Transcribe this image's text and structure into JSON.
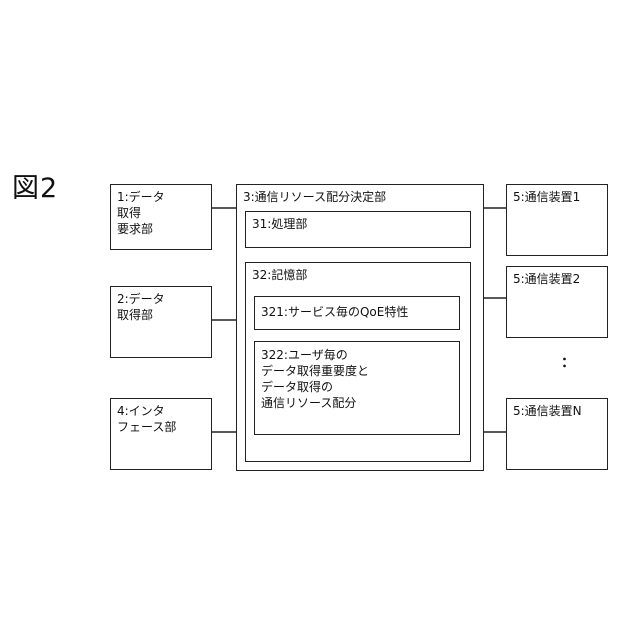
{
  "figure_label": "図2",
  "boxes": {
    "data_request": "1:データ\n  取得\n  要求部",
    "data_acquire": "2:データ\n  取得部",
    "interface": "4:インタ\n  フェース部",
    "decision": "3:通信リソース配分決定部",
    "processing": "31:処理部",
    "storage": "32:記憶部",
    "qoe": "321:サービス毎のQoE特性",
    "importance": "322:ユーザ毎の\nデータ取得重要度と\nデータ取得の\n通信リソース配分",
    "comm1": "5:通信装置1",
    "comm2": "5:通信装置2",
    "commN": "5:通信装置N",
    "ellipsis": "："
  }
}
